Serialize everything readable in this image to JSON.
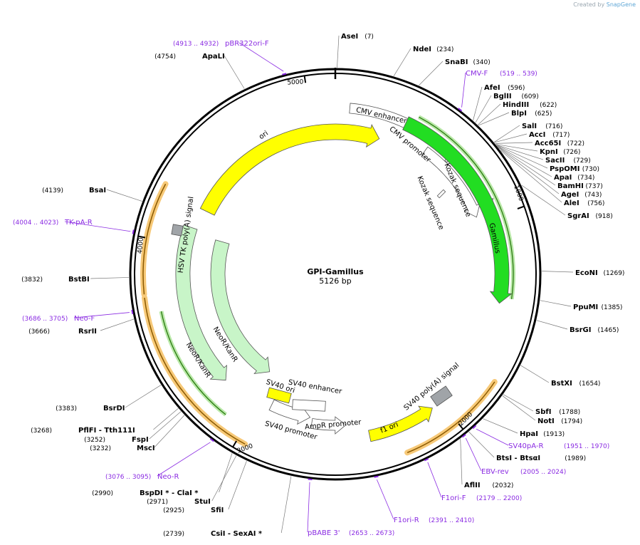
{
  "header": {
    "credit_prefix": "Created by",
    "credit_brand": "SnapGene"
  },
  "plasmid": {
    "name": "GPI-Gamillus",
    "length_label": "5126 bp",
    "length": 5126
  },
  "ticks": [
    "1000",
    "2000",
    "3000",
    "4000",
    "5000"
  ],
  "enzymes": [
    {
      "name": "AseI",
      "pos": "(7)",
      "bp": 7
    },
    {
      "name": "NdeI",
      "pos": "(234)",
      "bp": 234
    },
    {
      "name": "SnaBI",
      "pos": "(340)",
      "bp": 340
    },
    {
      "name": "AfeI",
      "pos": "(596)",
      "bp": 596
    },
    {
      "name": "BglII",
      "pos": "(609)",
      "bp": 609
    },
    {
      "name": "HindIII",
      "pos": "(622)",
      "bp": 622
    },
    {
      "name": "BlpI",
      "pos": "(625)",
      "bp": 625
    },
    {
      "name": "SalI",
      "pos": "(716)",
      "bp": 716
    },
    {
      "name": "AccI",
      "pos": "(717)",
      "bp": 717
    },
    {
      "name": "Acc65I",
      "pos": "(722)",
      "bp": 722
    },
    {
      "name": "KpnI",
      "pos": "(726)",
      "bp": 726
    },
    {
      "name": "SacII",
      "pos": "(729)",
      "bp": 729
    },
    {
      "name": "PspOMI",
      "pos": "(730)",
      "bp": 730
    },
    {
      "name": "ApaI",
      "pos": "(734)",
      "bp": 734
    },
    {
      "name": "BamHI",
      "pos": "(737)",
      "bp": 737
    },
    {
      "name": "AgeI",
      "pos": "(743)",
      "bp": 743
    },
    {
      "name": "AleI",
      "pos": "(756)",
      "bp": 756
    },
    {
      "name": "SgrAI",
      "pos": "(918)",
      "bp": 918
    },
    {
      "name": "EcoNI",
      "pos": "(1269)",
      "bp": 1269
    },
    {
      "name": "PpuMI",
      "pos": "(1385)",
      "bp": 1385
    },
    {
      "name": "BsrGI",
      "pos": "(1465)",
      "bp": 1465
    },
    {
      "name": "BstXI",
      "pos": "(1654)",
      "bp": 1654
    },
    {
      "name": "SbfI",
      "pos": "(1788)",
      "bp": 1788
    },
    {
      "name": "NotI",
      "pos": "(1794)",
      "bp": 1794
    },
    {
      "name": "HpaI",
      "pos": "(1913)",
      "bp": 1913
    },
    {
      "name": "BtsI  -  BtsαI",
      "pos": "(1989)",
      "bp": 1989
    },
    {
      "name": "AflII",
      "pos": "(2032)",
      "bp": 2032
    },
    {
      "name": "CsiI  -  SexAI *",
      "pos": "(2739)",
      "bp": 2739
    },
    {
      "name": "SfiI",
      "pos": "(2925)",
      "bp": 2925
    },
    {
      "name": "StuI",
      "pos": "(2971)",
      "bp": 2971
    },
    {
      "name": "BspDI *  -  ClaI *",
      "pos": "(2990)",
      "bp": 2990
    },
    {
      "name": "MscI",
      "pos": "(3232)",
      "bp": 3232
    },
    {
      "name": "FspI",
      "pos": "(3252)",
      "bp": 3252
    },
    {
      "name": "PflFI  -  Tth111I",
      "pos": "(3268)",
      "bp": 3268
    },
    {
      "name": "BsrDI",
      "pos": "(3383)",
      "bp": 3383
    },
    {
      "name": "RsrII",
      "pos": "(3666)",
      "bp": 3666
    },
    {
      "name": "BstBI",
      "pos": "(3832)",
      "bp": 3832
    },
    {
      "name": "BsaI",
      "pos": "(4139)",
      "bp": 4139
    },
    {
      "name": "ApaLI",
      "pos": "(4754)",
      "bp": 4754
    }
  ],
  "primers": [
    {
      "name": "pBR322ori-F",
      "range": "(4913 .. 4932)",
      "bp": 4922
    },
    {
      "name": "CMV-F",
      "range": "(519 .. 539)",
      "bp": 529
    },
    {
      "name": "SV40pA-R",
      "range": "(1951 .. 1970)",
      "bp": 1960
    },
    {
      "name": "EBV-rev",
      "range": "(2005 .. 2024)",
      "bp": 2014
    },
    {
      "name": "F1ori-F",
      "range": "(2179 .. 2200)",
      "bp": 2190
    },
    {
      "name": "F1ori-R",
      "range": "(2391 .. 2410)",
      "bp": 2400
    },
    {
      "name": "pBABE 3'",
      "range": "(2653 .. 2673)",
      "bp": 2663
    },
    {
      "name": "Neo-R",
      "range": "(3076 .. 3095)",
      "bp": 3085
    },
    {
      "name": "Neo-F",
      "range": "(3686 .. 3705)",
      "bp": 3695
    },
    {
      "name": "TK-pA-R",
      "range": "(4004 .. 4023)",
      "bp": 4013
    }
  ],
  "features": [
    {
      "name": "CMV enhancer"
    },
    {
      "name": "CMV promoter"
    },
    {
      "name": "Kozak sequence"
    },
    {
      "name": "Kozak sequence"
    },
    {
      "name": "Gamillus"
    },
    {
      "name": "SV40 poly(A) signal"
    },
    {
      "name": "f1 ori"
    },
    {
      "name": "AmpR promoter"
    },
    {
      "name": "SV40 promoter"
    },
    {
      "name": "SV40 ori"
    },
    {
      "name": "SV40 enhancer"
    },
    {
      "name": "NeoR/KanR"
    },
    {
      "name": "NeoR/KanR"
    },
    {
      "name": "HSV TK poly(A) signal"
    },
    {
      "name": "ori"
    }
  ],
  "colors": {
    "backbone": "#000000",
    "ori": "#ffff00",
    "gamillus": "#22dd22",
    "neo": "#c8f5c8",
    "polyA": "#a0a4a8",
    "primer": "#8a2be2",
    "orf_highlight": "#f7c978",
    "orf_line": "#8b5a00"
  }
}
